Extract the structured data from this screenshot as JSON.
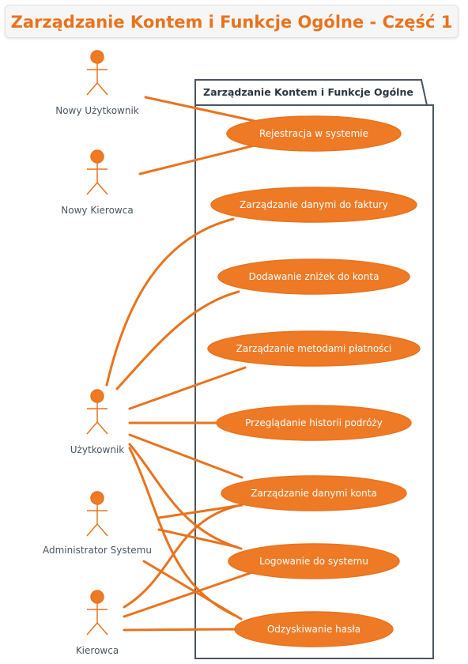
{
  "title": "Zarządzanie Kontem i Funkcje Ogólne - Część 1",
  "package_label": "Zarządzanie Kontem i Funkcje Ogólne",
  "actors": {
    "new_user": "Nowy Użytkownik",
    "new_driver": "Nowy Kierowca",
    "user": "Użytkownik",
    "admin": "Administrator Systemu",
    "driver": "Kierowca"
  },
  "use_cases": {
    "registration": "Rejestracja w systemie",
    "invoice_data": "Zarządzanie danymi do faktury",
    "discounts": "Dodawanie zniżek do konta",
    "payment_methods": "Zarządzanie metodami płatności",
    "trip_history": "Przeglądanie historii podróży",
    "account_data": "Zarządzanie danymi konta",
    "login": "Logowanie do systemu",
    "password_recovery": "Odzyskiwanie hasła"
  },
  "colors": {
    "accent": "#e8731e",
    "usecase_fill": "#ee7a25",
    "package_border": "#4a5562",
    "actor_label": "#4a5562"
  }
}
